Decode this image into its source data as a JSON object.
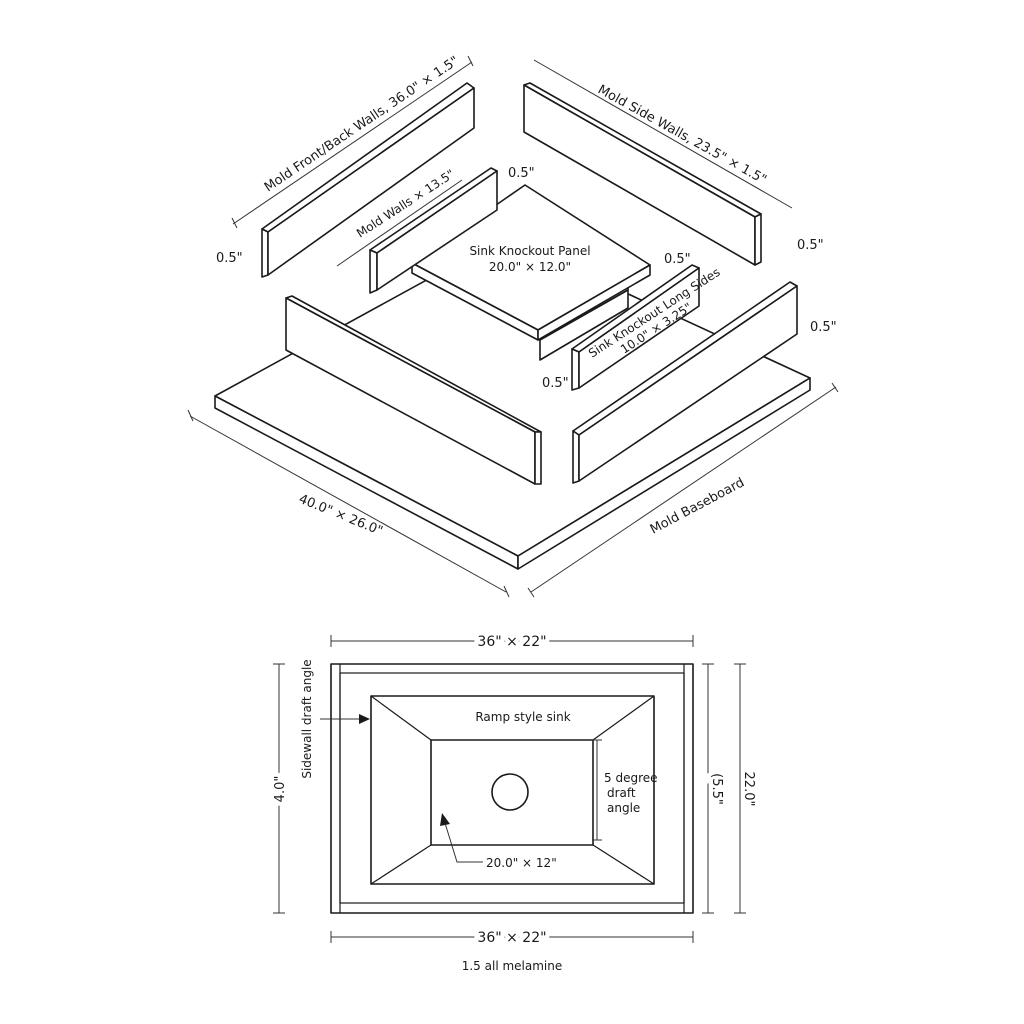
{
  "iso": {
    "front_back_walls": "Mold Front/Back Walls, 36.0\" × 1.5\"",
    "side_walls": "Mold Side Walls, 23.5\" × 1.5\"",
    "mold_walls": "Mold Walls × 13.5\"",
    "knockout_top_line1": "Sink Knockout Panel",
    "knockout_top_line2": "20.0\" × 12.0\"",
    "knockout_long_line1": "Sink Knockout Long Sides",
    "knockout_long_line2": "10.0\" × 3.25\"",
    "baseboard_dims": "40.0\" × 26.0\"",
    "baseboard": "Mold Baseboard",
    "thk_left": "0.5\"",
    "thk_top": "0.5\"",
    "thk_mid_right": "0.5\"",
    "thk_right_upper": "0.5\"",
    "thk_right_lower": "0.5\"",
    "thk_center_low": "0.5\""
  },
  "plan": {
    "top_dim": "36\" × 22\"",
    "bottom_dim": "36\" × 22\"",
    "left_height": "4.0\"",
    "right_inner": "(5.5\"",
    "right_outer": "22.0\"",
    "sidewall_label": "Sidewall draft angle",
    "ramp_label": "Ramp style sink",
    "draft_line1": "5 degree",
    "draft_line2": "draft",
    "draft_line3": "angle",
    "basin_dim": "20.0\" × 12\"",
    "footer": "1.5 all melamine"
  }
}
